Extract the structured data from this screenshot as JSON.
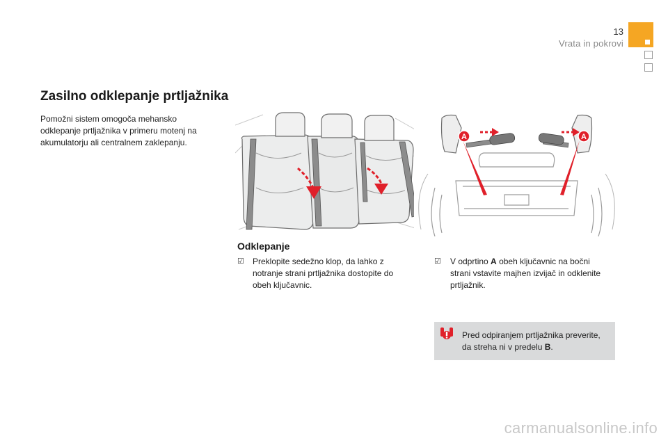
{
  "header": {
    "page_number": "13",
    "section_title": "Vrata in pokrovi",
    "tab_color": "#f5a623"
  },
  "content": {
    "title": "Zasilno odklepanje prtljažnika",
    "intro": "Pomožni sistem omogoča mehansko odklepanje prtljažnika v primeru motenj na akumulatorju ali centralnem zaklepanju.",
    "subtitle": "Odklepanje",
    "step_left": "Preklopite sedežno klop, da lahko z notranje strani prtljažnika dostopite do obeh ključavnic.",
    "step_right_before": "V odprtino",
    "step_right_bold": "A",
    "step_right_after": "obeh ključavnic na bočni strani vstavite majhen izvijač in odklenite prtljažnik.",
    "warning_before": "Pred odpiranjem prtljažnika preverite, da streha ni v predelu",
    "warning_bold": "B",
    "warning_after": "."
  },
  "figures": {
    "right_label_a": "A",
    "warning_icon": "exclamation-icon",
    "arrow_color": "#e0202a"
  },
  "watermark": "carmanualsonline.info"
}
